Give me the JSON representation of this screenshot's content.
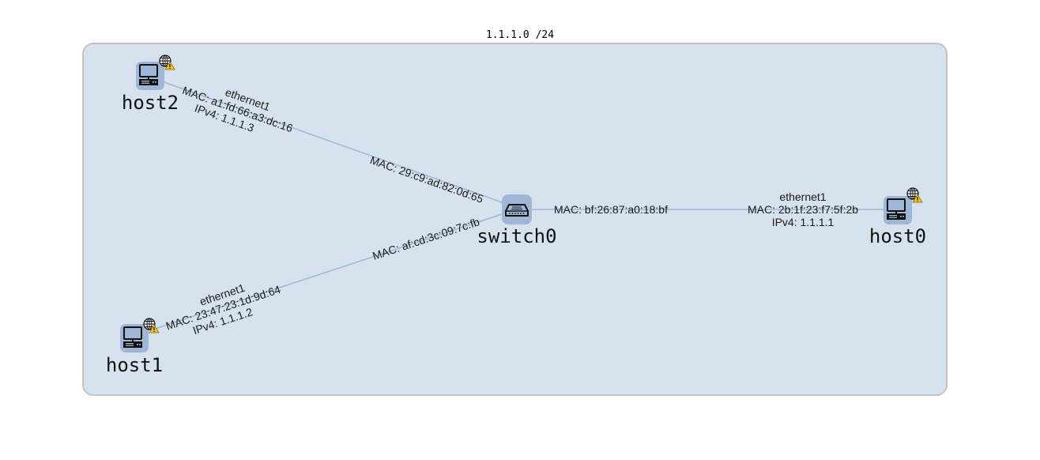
{
  "subnet": {
    "label": "1.1.1.0 /24"
  },
  "nodes": {
    "switch0": {
      "name": "switch0",
      "type": "switch"
    },
    "host0": {
      "name": "host0",
      "type": "host",
      "badge": "warning"
    },
    "host1": {
      "name": "host1",
      "type": "host",
      "badge": "warning"
    },
    "host2": {
      "name": "host2",
      "type": "host",
      "badge": "warning"
    }
  },
  "links": {
    "host2": {
      "host_iface": "ethernet1",
      "host_mac": "MAC: a1:fd:66:a3:dc:16",
      "host_ip": "IPv4: 1.1.1.3",
      "switch_mac": "MAC: 29:c9:ad:82:0d:65"
    },
    "host1": {
      "host_iface": "ethernet1",
      "host_mac": "MAC: 23:47:23:1d:9d:64",
      "host_ip": "IPv4: 1.1.1.2",
      "switch_mac": "MAC: af:cd:3c:09:7c:fb"
    },
    "host0": {
      "host_iface": "ethernet1",
      "host_mac": "MAC: 2b:1f:23:f7:5f:2b",
      "host_ip": "IPv4: 1.1.1.1",
      "switch_mac": "MAC: bf:26:87:a0:18:bf"
    }
  },
  "colors": {
    "subnet_fill": "#d6e2ee",
    "link": "#9fb6d6",
    "node_bg": "#9fb6d6",
    "warning": "#f5c518"
  }
}
